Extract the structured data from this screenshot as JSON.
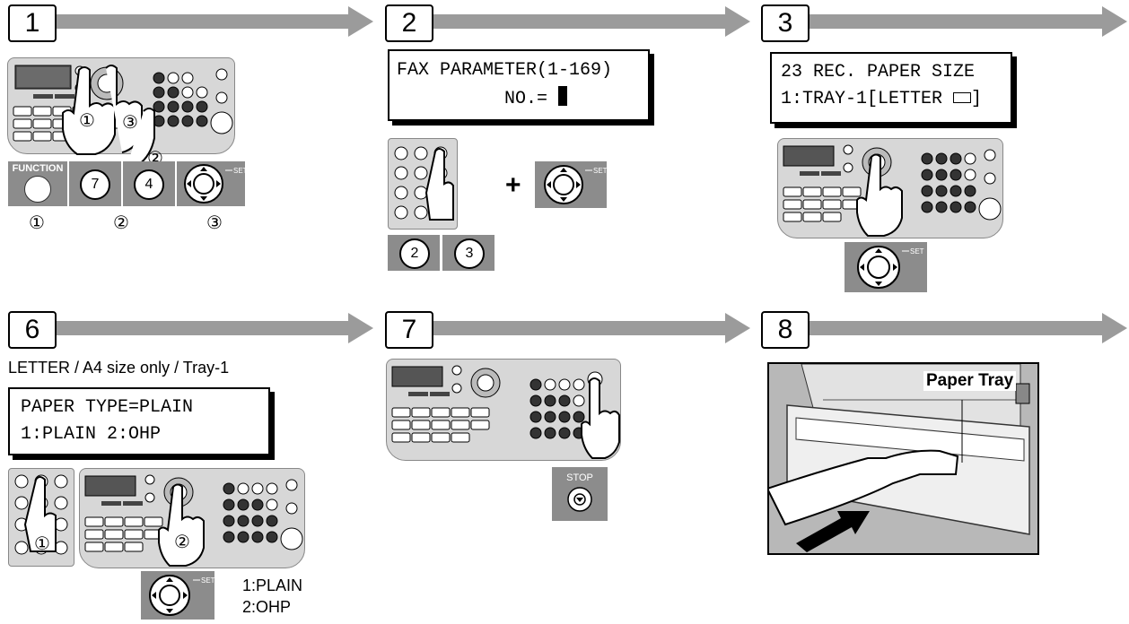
{
  "steps": {
    "s1": {
      "number": "1"
    },
    "s2": {
      "number": "2"
    },
    "s3": {
      "number": "3"
    },
    "s6": {
      "number": "6"
    },
    "s7": {
      "number": "7"
    },
    "s8": {
      "number": "8"
    }
  },
  "step1": {
    "function_label": "FUNCTION",
    "key7": "7",
    "key4": "4",
    "mark1": "①",
    "mark2": "②",
    "mark3": "③",
    "hand_mark1": "①",
    "hand_mark2": "②",
    "hand_mark3": "③"
  },
  "step2": {
    "lcd_line1": "FAX PARAMETER(1-169)",
    "lcd_line2": "NO.= ",
    "plus": "+",
    "key2": "2",
    "key3": "3"
  },
  "step3": {
    "lcd_line1": "23 REC. PAPER SIZE",
    "lcd_line2": "1:TRAY-1[LETTER ",
    "lcd_line2_end": "]"
  },
  "step6": {
    "note": "LETTER / A4 size only / Tray-1",
    "lcd_line1": "PAPER TYPE=PLAIN",
    "lcd_line2": "1:PLAIN 2:OHP",
    "hand_mark1": "①",
    "hand_mark2": "②",
    "option1": "1:PLAIN",
    "option2": "2:OHP"
  },
  "step7": {
    "stop_label": "STOP"
  },
  "step8": {
    "tray_label": "Paper Tray"
  },
  "set_label": "SET",
  "icons": [
    "hand-pointer-icon",
    "nav-cross-icon",
    "stop-icon",
    "arrow-icon"
  ],
  "colors": {
    "arrow": "#9b9b9b",
    "key_bg": "#8c8c8c",
    "panel": "#d7d7d7"
  }
}
